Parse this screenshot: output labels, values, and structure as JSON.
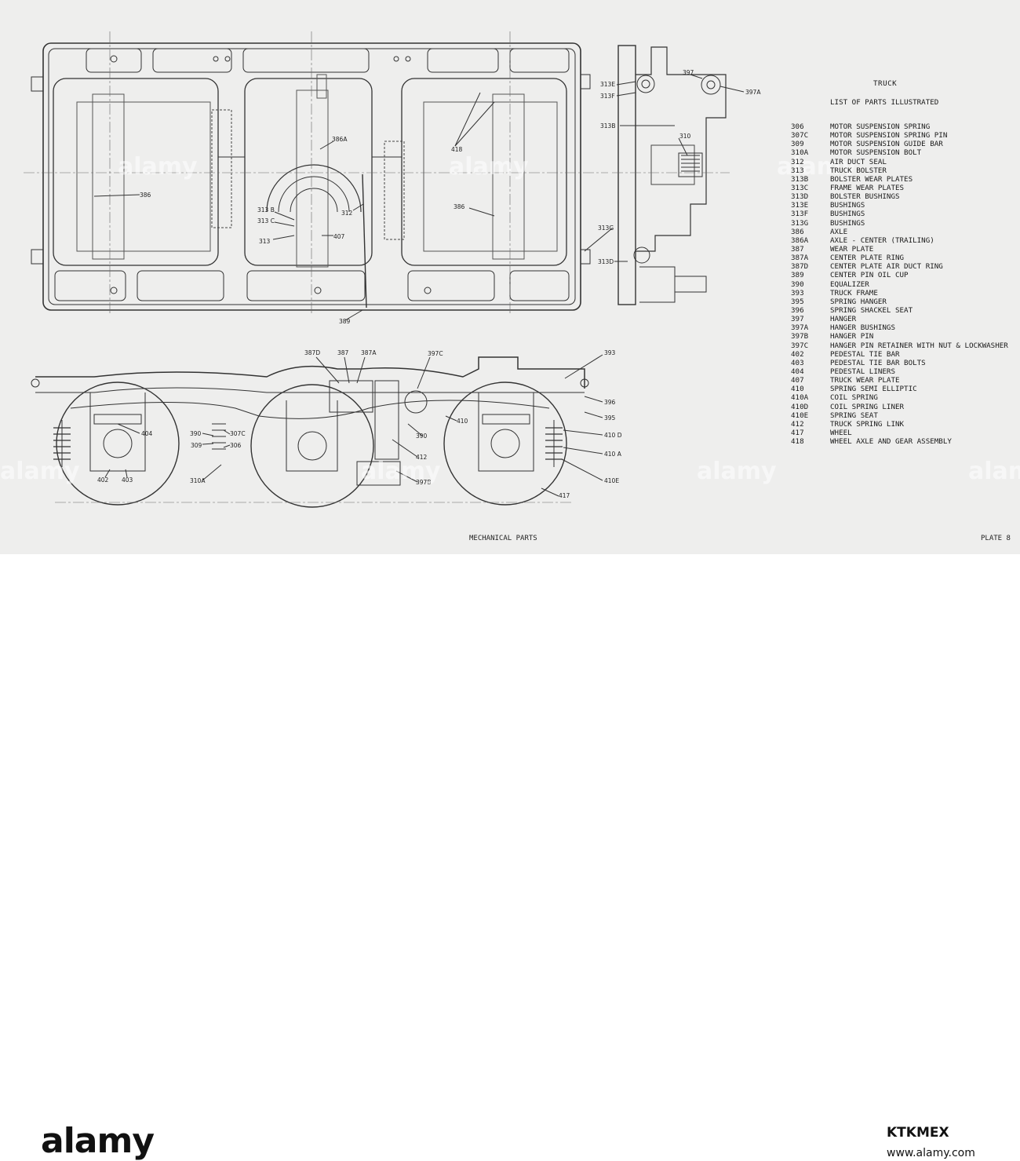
{
  "parts_list": {
    "title": "TRUCK",
    "subtitle": "LIST OF PARTS ILLUSTRATED",
    "items": [
      {
        "no": "306",
        "name": "MOTOR SUSPENSION SPRING"
      },
      {
        "no": "307C",
        "name": "MOTOR SUSPENSION SPRING PIN"
      },
      {
        "no": "309",
        "name": "MOTOR SUSPENSION GUIDE BAR"
      },
      {
        "no": "310A",
        "name": "MOTOR SUSPENSION BOLT"
      },
      {
        "no": "312",
        "name": "AIR DUCT SEAL"
      },
      {
        "no": "313",
        "name": "TRUCK BOLSTER"
      },
      {
        "no": "313B",
        "name": "BOLSTER WEAR PLATES"
      },
      {
        "no": "313C",
        "name": "FRAME WEAR PLATES"
      },
      {
        "no": "313D",
        "name": "BOLSTER BUSHINGS"
      },
      {
        "no": "313E",
        "name": "BUSHINGS"
      },
      {
        "no": "313F",
        "name": "BUSHINGS"
      },
      {
        "no": "313G",
        "name": "BUSHINGS"
      },
      {
        "no": "386",
        "name": "AXLE"
      },
      {
        "no": "386A",
        "name": "AXLE - CENTER (TRAILING)"
      },
      {
        "no": "387",
        "name": "WEAR PLATE"
      },
      {
        "no": "387A",
        "name": "CENTER PLATE RING"
      },
      {
        "no": "387D",
        "name": "CENTER PLATE AIR DUCT RING"
      },
      {
        "no": "389",
        "name": "CENTER PIN OIL CUP"
      },
      {
        "no": "390",
        "name": "EQUALIZER"
      },
      {
        "no": "393",
        "name": "TRUCK FRAME"
      },
      {
        "no": "395",
        "name": "SPRING HANGER"
      },
      {
        "no": "396",
        "name": "SPRING SHACKEL SEAT"
      },
      {
        "no": "397",
        "name": "HANGER"
      },
      {
        "no": "397A",
        "name": "HANGER BUSHINGS"
      },
      {
        "no": "397B",
        "name": "HANGER PIN"
      },
      {
        "no": "397C",
        "name": "HANGER PIN RETAINER WITH NUT & LOCKWASHER"
      },
      {
        "no": "402",
        "name": "PEDESTAL TIE BAR"
      },
      {
        "no": "403",
        "name": "PEDESTAL TIE BAR BOLTS"
      },
      {
        "no": "404",
        "name": "PEDESTAL LINERS"
      },
      {
        "no": "407",
        "name": "TRUCK WEAR PLATE"
      },
      {
        "no": "410",
        "name": "SPRING SEMI ELLIPTIC"
      },
      {
        "no": "410A",
        "name": "COIL SPRING"
      },
      {
        "no": "410D",
        "name": "COIL SPRING LINER"
      },
      {
        "no": "410E",
        "name": "SPRING SEAT"
      },
      {
        "no": "412",
        "name": "TRUCK SPRING LINK"
      },
      {
        "no": "417",
        "name": "WHEEL"
      },
      {
        "no": "418",
        "name": "WHEEL AXLE AND GEAR ASSEMBLY"
      }
    ]
  },
  "callouts": {
    "plan": {
      "c386_left": "386",
      "c386a": "386A",
      "c386_right": "386",
      "c418": "418",
      "c313b": "313 B",
      "c313c": "313 C",
      "c313": "313",
      "c312": "312",
      "c407": "407",
      "c389": "389"
    },
    "end": {
      "c397": "397",
      "c397a": "397A",
      "c313e": "313E",
      "c313f": "313F",
      "c313b": "313B",
      "c310": "310",
      "c313g": "313G",
      "c313d": "313D"
    },
    "side": {
      "c387d": "387D",
      "c387": "387",
      "c387a": "387A",
      "c397c": "397C",
      "c393": "393",
      "c396": "396",
      "c395": "395",
      "c410d": "410 D",
      "c410a": "410 A",
      "c410e": "410E",
      "c417": "417",
      "c397b": "397B",
      "c412": "412",
      "c390_right": "390",
      "c410": "410",
      "c404": "404",
      "c390_left": "390",
      "c307c": "307C",
      "c309": "309",
      "c306": "306",
      "c310a": "310A",
      "c402": "402",
      "c403": "403"
    }
  },
  "captions": {
    "main": "MECHANICAL PARTS",
    "plate": "PLATE 8"
  },
  "watermark": "alamy",
  "footer": {
    "brand": "alamy",
    "image_id": "KTKMEX",
    "site": "www.alamy.com"
  }
}
